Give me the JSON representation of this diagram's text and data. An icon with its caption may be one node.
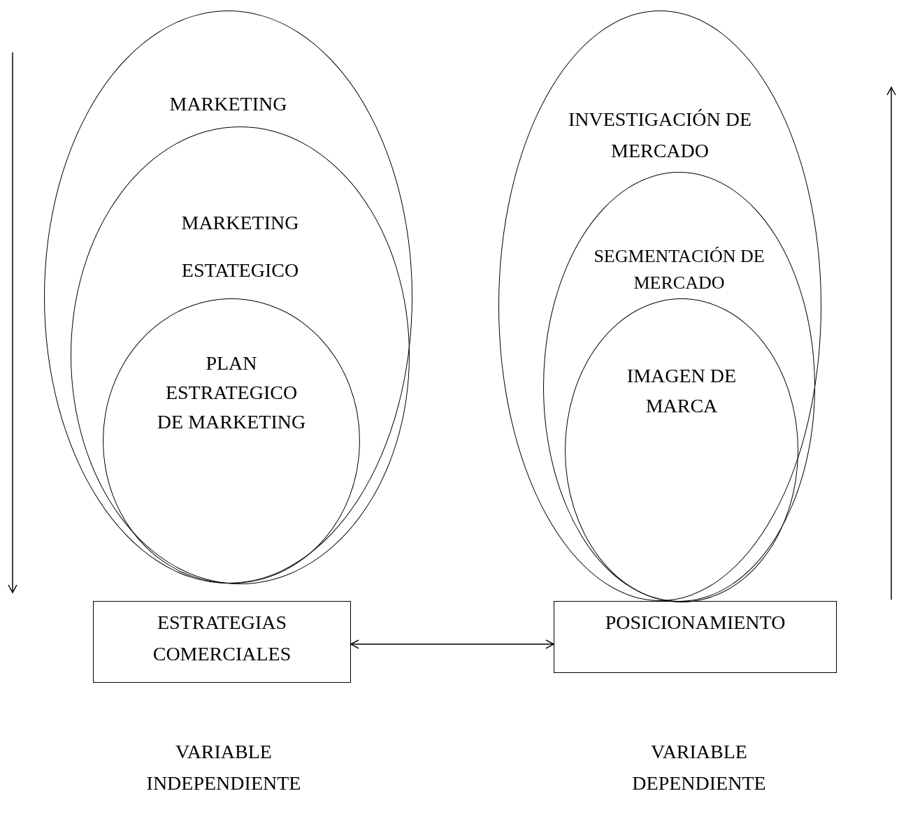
{
  "diagram": {
    "nodes": [
      {
        "text": [
          "MARKETING"
        ]
      },
      {
        "text": [
          "MARKETING ESTATEGICO"
        ],
        "in": 0
      },
      {
        "text": [
          "PLAN ESTRATEGICO DE MARKETING"
        ],
        "in": 1
      },
      {
        "text": [
          "INVESTIGACIÓN DE MERCADO"
        ]
      },
      {
        "text": [
          "SEGMENTACIÓN DE MERCADO"
        ],
        "in": 3
      },
      {
        "text": [
          "IMAGEN DE MARCA"
        ],
        "in": 4
      },
      {
        "text": [
          "ESTRATEGIAS COMERCIALES"
        ]
      },
      {
        "text": [
          "POSICIONAMIENTO"
        ]
      }
    ],
    "edges": [
      {
        "from": 6,
        "to": 7,
        "arrow": "both"
      }
    ],
    "labels": [
      "VARIABLE INDEPENDIENTE",
      "VARIABLE DEPENDIENTE"
    ]
  }
}
